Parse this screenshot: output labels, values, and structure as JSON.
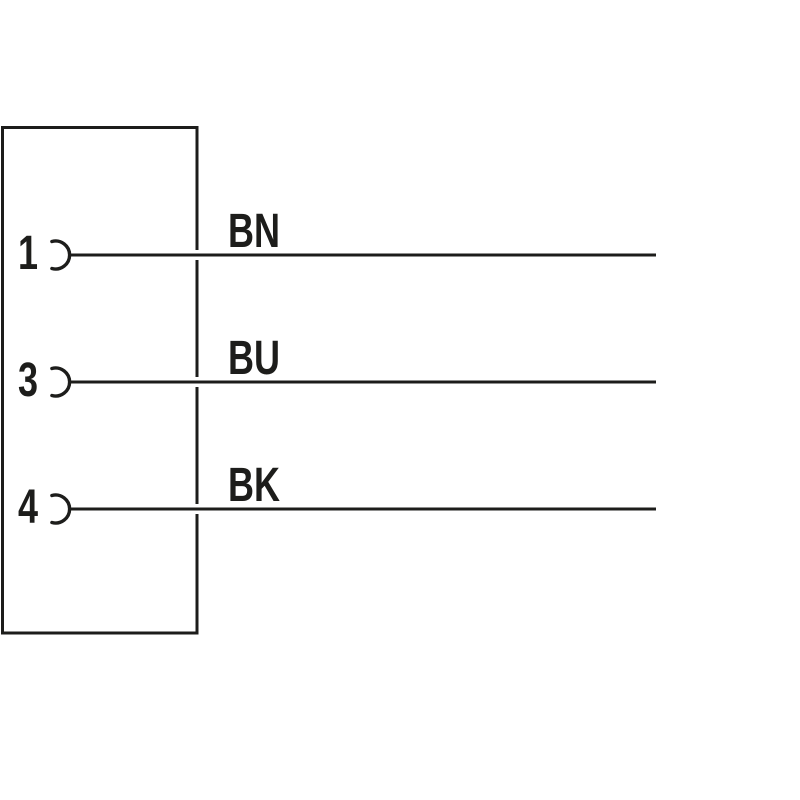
{
  "diagram": {
    "kind": "connector-pinout-wiring",
    "line_color": "#1d1d1b",
    "background_color": "#ffffff",
    "pins": [
      {
        "number": "1",
        "wire_color_code": "BN"
      },
      {
        "number": "3",
        "wire_color_code": "BU"
      },
      {
        "number": "4",
        "wire_color_code": "BK"
      }
    ]
  }
}
